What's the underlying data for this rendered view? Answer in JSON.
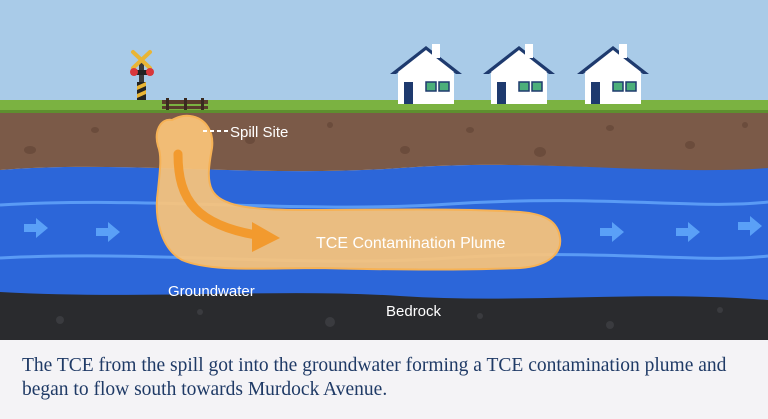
{
  "labels": {
    "spill_site": "Spill Site",
    "plume": "TCE Contamination Plume",
    "groundwater": "Groundwater",
    "bedrock": "Bedrock"
  },
  "caption": "The TCE from the spill got into the groundwater forming a TCE contamination plume and began to flow south towards Murdock Avenue.",
  "colors": {
    "sky": "#a9cbe8",
    "grass": "#7bb241",
    "soil": "#7b5a48",
    "water": "#2c66d9",
    "water_light": "#3f85f0",
    "bedrock": "#2a2b2e",
    "plume": "#fbc47a",
    "plume_arrow": "#f29a2e",
    "house_roof": "#1e3a6e",
    "house_window": "#4caf7a",
    "caption_text": "#1f3a66"
  },
  "icons": [
    "railroad-crossing-icon",
    "house-icon",
    "flow-arrow-icon"
  ]
}
